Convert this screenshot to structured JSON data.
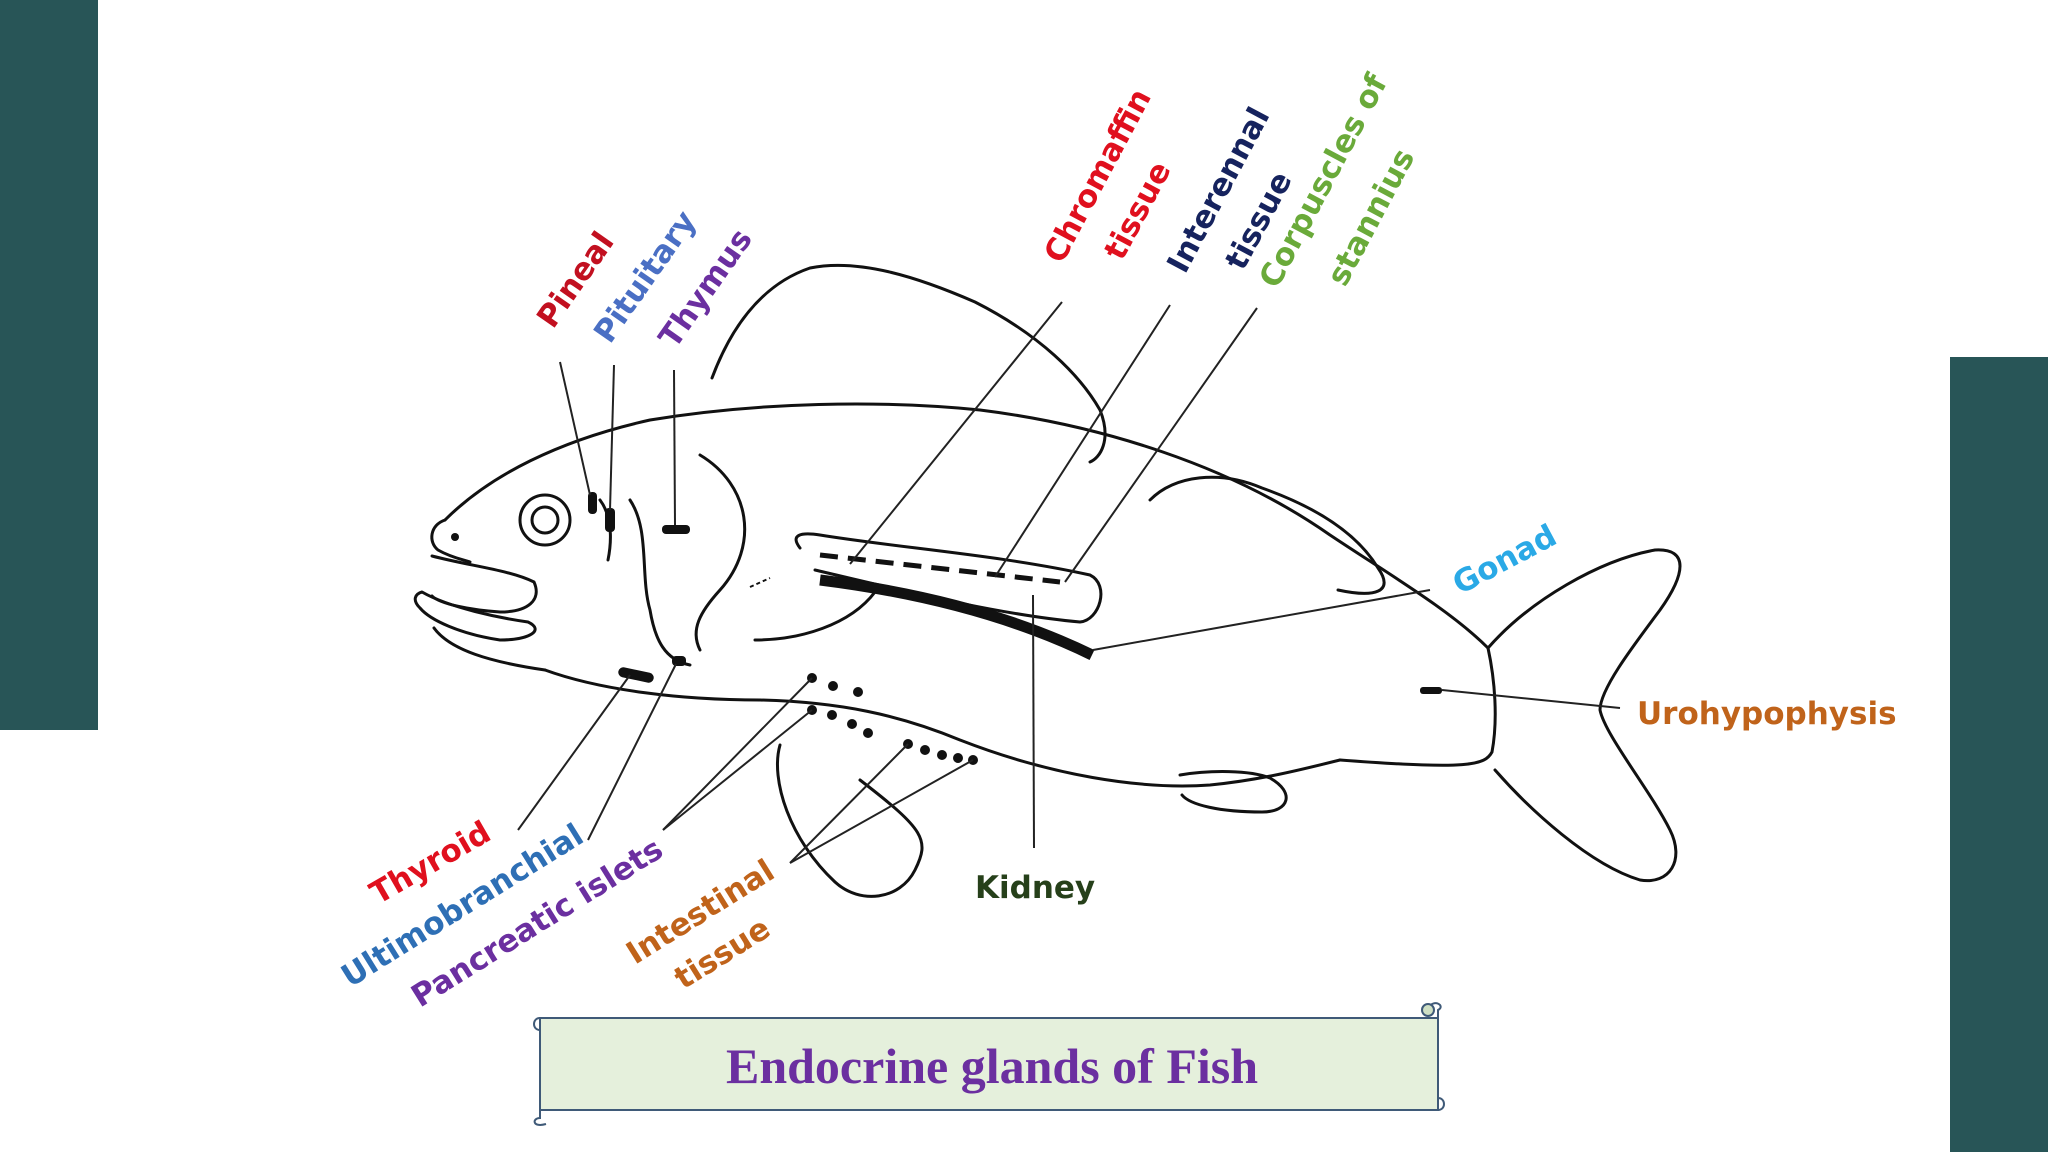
{
  "title": "Endocrine glands of Fish",
  "labels": {
    "pineal": "Pineal",
    "pituitary": "Pituitary",
    "thymus": "Thymus",
    "chromaffin_1": "Chromaffin",
    "chromaffin_2": "tissue",
    "interrenal_1": "Interennal",
    "interrenal_2": "tissue",
    "corpuscles_1": "Corpuscles of",
    "corpuscles_2": "stannius",
    "gonad": "Gonad",
    "urohypophysis": "Urohypophysis",
    "kidney": "Kidney",
    "thyroid": "Thyroid",
    "ultimobranchial": "Ultimobranchial",
    "pancreatic": "Pancreatic islets",
    "intestinal_1": "Intestinal",
    "intestinal_2": "tissue"
  },
  "colors": {
    "sidebar": "#285557",
    "red": "#e0101e",
    "blue": "#4a6fc4",
    "purple": "#6b2fa0",
    "darkred": "#c21020",
    "navy": "#16235e",
    "green": "#6aaa3a",
    "skyblue": "#2aa9e6",
    "orange": "#c0631a",
    "darkgreen": "#26401a",
    "steelblue": "#2e6fb5",
    "title": "#6b2fa0",
    "banner_fill": "#e5f0dc",
    "banner_stroke": "#3f5a78"
  }
}
